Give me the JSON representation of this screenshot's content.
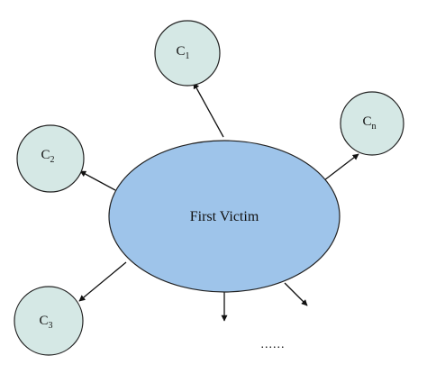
{
  "diagram": {
    "center_label": "First Victim",
    "ellipsis": "......",
    "colors": {
      "center_fill": "#9ec4ea",
      "node_fill": "#d5e8e5",
      "stroke": "#222222",
      "arrow": "#111111"
    },
    "nodes": [
      {
        "main": "C",
        "sub": "1"
      },
      {
        "main": "C",
        "sub": "n"
      },
      {
        "main": "C",
        "sub": "2"
      },
      {
        "main": "C",
        "sub": "3"
      }
    ]
  }
}
